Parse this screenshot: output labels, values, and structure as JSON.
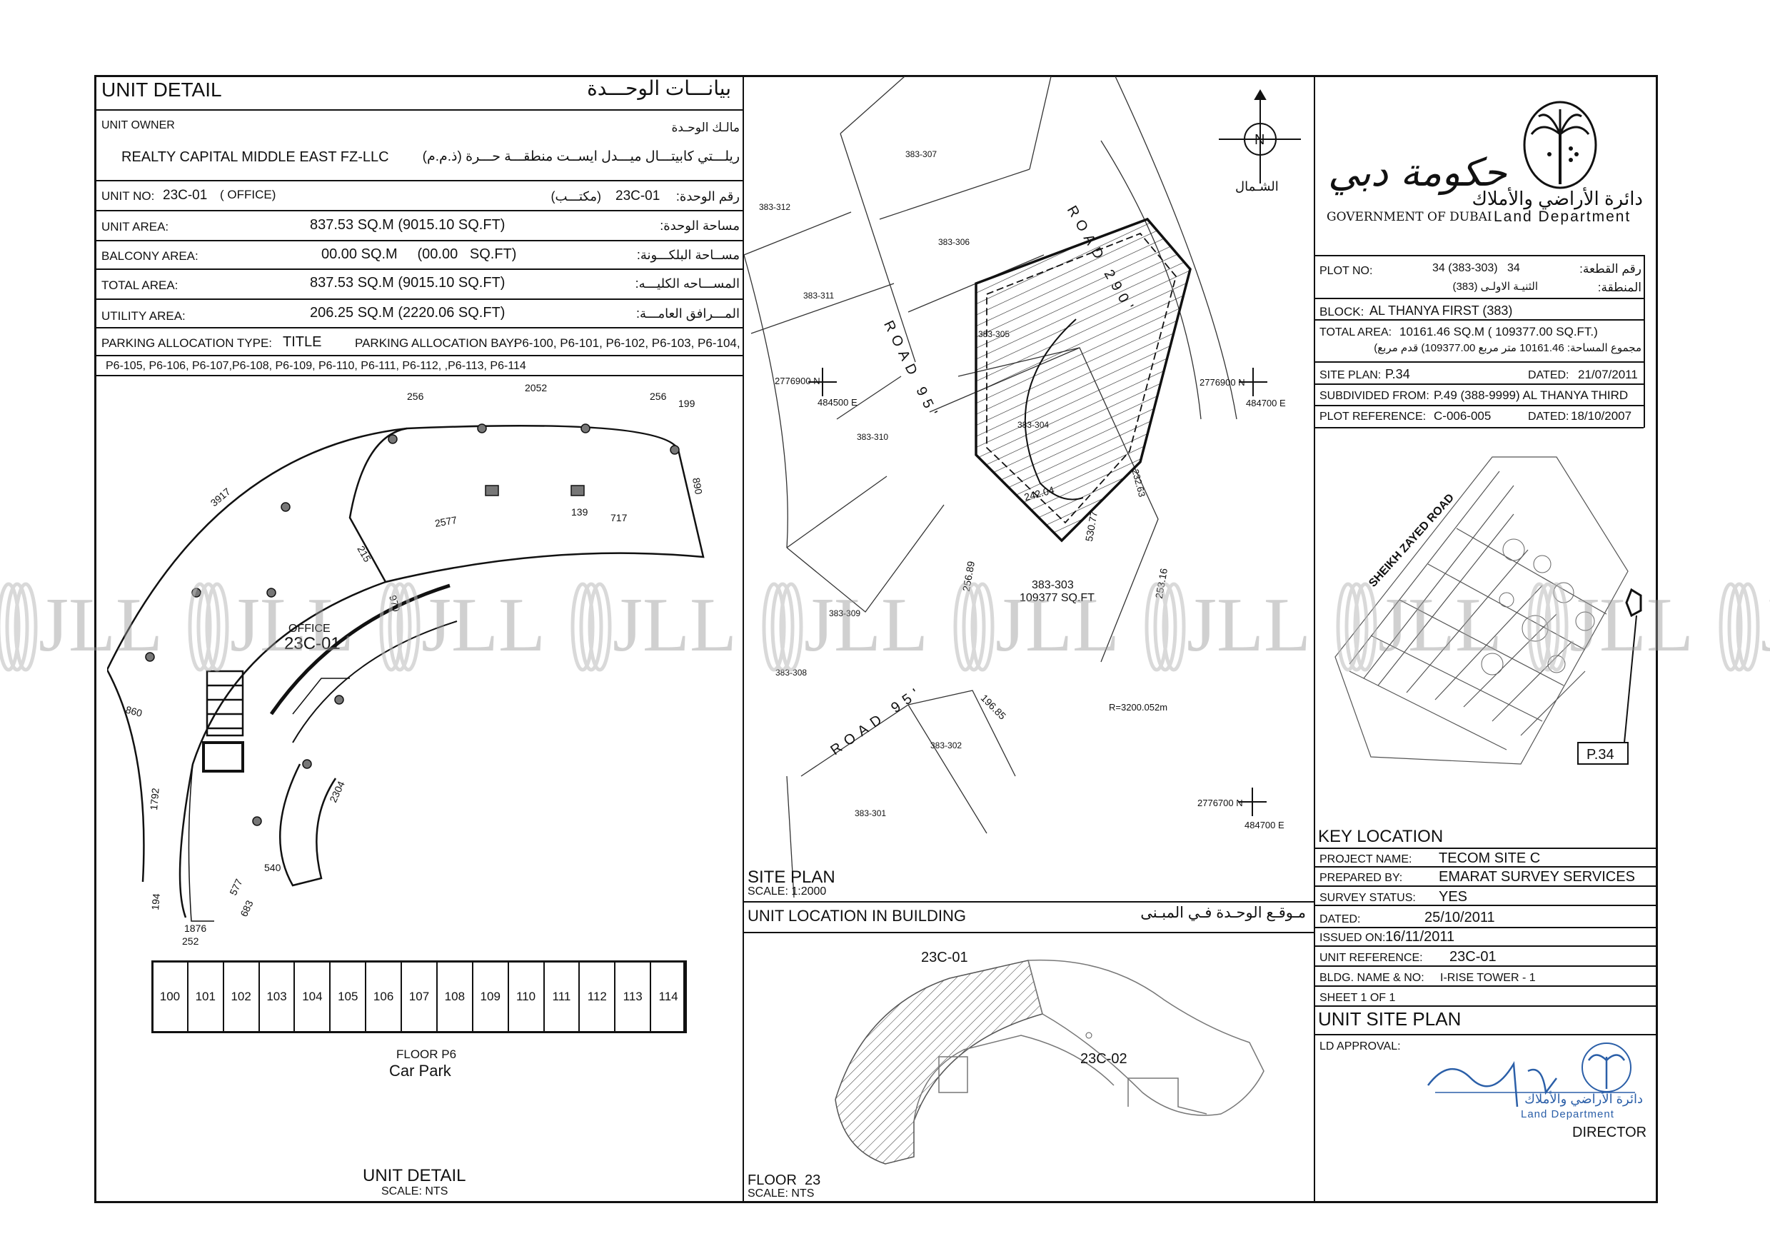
{
  "unit_detail": {
    "heading_en": "UNIT DETAIL",
    "heading_ar": "بيانـــات الوحـــدة",
    "owner_label_en": "UNIT OWNER",
    "owner_label_ar": "مالـك الوحـدة",
    "owner_en": "REALTY CAPITAL MIDDLE EAST FZ-LLC",
    "owner_ar": "ريلـــتي كابيتـــال ميـــدل ايســت منطقـــة حـــرة (ذ.م.م)",
    "unit_no_label": "UNIT NO:",
    "unit_no_value": "23C-01",
    "unit_no_type": "( OFFICE)",
    "unit_no_ar_label": "رقم الوحدة:",
    "unit_no_ar_value": "23C-01",
    "unit_no_ar_type": "(مكتـــب)",
    "rows": [
      {
        "label": "UNIT AREA:",
        "value": "837.53  SQ.M  (9015.10  SQ.FT)",
        "ar": "مساحة الوحدة:"
      },
      {
        "label": "BALCONY AREA:",
        "value": "00.00 SQ.M     (00.00   SQ.FT)",
        "ar": "مســاحة البلكـــونة:"
      },
      {
        "label": "TOTAL AREA:",
        "value": "837.53  SQ.M  (9015.10  SQ.FT)",
        "ar": "المســـاحه الكليـــه:"
      },
      {
        "label": "UTILITY AREA:",
        "value": "206.25  SQ.M  (2220.06  SQ.FT)",
        "ar": "المـــرافق العامـــة:"
      }
    ],
    "parking_type_label": "PARKING ALLOCATION TYPE:",
    "parking_type_value": "TITLE",
    "parking_bay_label": "PARKING ALLOCATION BAY:",
    "parking_bay_line1": "P6-100, P6-101, P6-102, P6-103, P6-104,",
    "parking_bay_line2": "P6-105, P6-106, P6-107,P6-108, P6-109, P6-110, P6-111, P6-112, ,P6-113, P6-114",
    "plan_office_label": "OFFICE",
    "plan_unit_label": "23C-01",
    "dims": [
      "256",
      "2052",
      "256",
      "199",
      "3917",
      "890",
      "2577",
      "139",
      "717",
      "215",
      "970",
      "860",
      "2304",
      "1792",
      "540",
      "577",
      "683",
      "194",
      "1876",
      "252"
    ],
    "parking_bays": [
      "100",
      "101",
      "102",
      "103",
      "104",
      "105",
      "106",
      "107",
      "108",
      "109",
      "110",
      "111",
      "112",
      "113",
      "114"
    ],
    "floor_label": "FLOOR P6",
    "floor_name": "Car Park",
    "footer_title": "UNIT DETAIL",
    "footer_scale": "SCALE: NTS"
  },
  "site_plan": {
    "title": "SITE PLAN",
    "scale": "SCALE: 1:2000",
    "plots": [
      "383-307",
      "383-312",
      "383-306",
      "383-311",
      "383-305",
      "383-304",
      "383-310",
      "383-309",
      "383-308",
      "383-302",
      "383-301"
    ],
    "target_plot": "383-303",
    "target_area": "109377 SQ.FT",
    "road_290": "ROAD 290'",
    "road_95_a": "ROAD 95'",
    "road_95_b": "ROAD 95'",
    "dims": [
      "242.04",
      "530.77",
      "256.89",
      "253.16",
      "196.85",
      "232.63"
    ],
    "radius": "R=3200.052m",
    "north_symbol": "N",
    "north_ar": "الشـمال",
    "coords": [
      {
        "n": "2776900 N",
        "e": "484500 E"
      },
      {
        "n": "2776900 N",
        "e": "484700 E"
      },
      {
        "n": "2776700 N",
        "e": "484700 E"
      }
    ]
  },
  "unit_location": {
    "title_en": "UNIT LOCATION IN BUILDING",
    "title_ar": "مـوقـع الوحـدة  فـي المبـنى",
    "unit_a": "23C-01",
    "unit_b": "23C-02",
    "floor": "FLOOR  23",
    "scale": "SCALE: NTS"
  },
  "authority": {
    "gov_ar": "حكومة دبي",
    "gov_en": "GOVERNMENT OF DUBAI",
    "dept_ar": "دائرة الأراضي والأملاك",
    "dept_en": "Land Department"
  },
  "plot_info": {
    "plot_no_label": "PLOT NO:",
    "plot_no_value": "34 (383-303)   34",
    "plot_no_ar": "رقم القطعة:",
    "area_value_ar": "الثنيـة الاولـى  (383)",
    "area_label_ar": "المنطقة:",
    "block_label": "BLOCK:",
    "block_value": "AL THANYA FIRST (383)",
    "total_area_label": "TOTAL AREA:",
    "total_area_value": "10161.46 SQ.M ( 109377.00 SQ.FT.)",
    "total_area_ar_line": "مجموع المساحة:  10161.46  متر مربع   109377.00)  قدم مربع)",
    "site_plan_label": "SITE PLAN:",
    "site_plan_value": "P.34",
    "site_plan_dated_label": "DATED:",
    "site_plan_dated_value": "21/07/2011",
    "subdivided_label": "SUBDIVIDED FROM:",
    "subdivided_value": "P.49 (388-9999) AL THANYA THIRD",
    "plot_ref_label": "PLOT REFERENCE:",
    "plot_ref_value": "C-006-005",
    "plot_ref_dated_label": "DATED:",
    "plot_ref_dated_value": "18/10/2007"
  },
  "key_location": {
    "title": "KEY LOCATION",
    "road": "SHEIKH ZAYED ROAD",
    "plot_tag": "P.34"
  },
  "project": {
    "name_label": "PROJECT NAME:",
    "name_value": "TECOM SITE C",
    "prepared_label": "PREPARED BY:",
    "prepared_value": "EMARAT SURVEY SERVICES",
    "survey_label": "SURVEY STATUS:",
    "survey_value": "YES",
    "dated_label": "DATED:",
    "dated_value": "25/10/2011",
    "issued_label": "ISSUED ON:",
    "issued_value": "16/11/2011",
    "unit_ref_label": "UNIT REFERENCE:",
    "unit_ref_value": "23C-01",
    "bldg_label": "BLDG. NAME & NO:",
    "bldg_value": "I-RISE TOWER - 1",
    "sheet": "SHEET 1 OF 1",
    "unit_site_plan": "UNIT SITE PLAN",
    "ld_approval": "LD APPROVAL:",
    "director": "DIRECTOR",
    "stamp_ar": "دائرة الأراضي والأملاك",
    "stamp_en": "Land Department"
  },
  "watermark": "JLL"
}
